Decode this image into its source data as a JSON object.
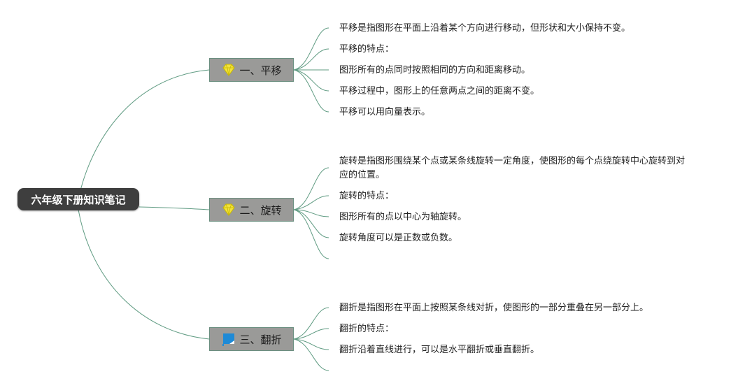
{
  "root": {
    "title": "六年级下册知识笔记"
  },
  "branches": [
    {
      "icon": "diamond-icon",
      "title": "一、平移",
      "items": [
        "平移是指图形在平面上沿着某个方向进行移动，但形状和大小保持不变。",
        "平移的特点：",
        "图形所有的点同时按照相同的方向和距离移动。",
        "平移过程中，图形上的任意两点之间的距离不变。",
        "平移可以用向量表示。"
      ]
    },
    {
      "icon": "diamond-icon",
      "title": "二、旋转",
      "items": [
        "旋转是指图形围绕某个点或某条线旋转一定角度，使图形的每个点绕旋转中心旋转到对应的位置。",
        "旋转的特点：",
        "图形所有的点以中心为轴旋转。",
        "旋转角度可以是正数或负数。",
        ""
      ]
    },
    {
      "icon": "flag-icon",
      "title": "三、翻折",
      "items": [
        "翻折是指图形在平面上按照某条线对折，使图形的一部分重叠在另一部分上。",
        "翻折的特点：",
        "翻折沿着直线进行，可以是水平翻折或垂直翻折。",
        ""
      ]
    }
  ],
  "colors": {
    "connector": "#5f9b82",
    "root_bg": "#3e3e3e",
    "topic_bg": "#9a9a98",
    "diamond": "#f2e33c",
    "flag": "#1e8ad6"
  }
}
